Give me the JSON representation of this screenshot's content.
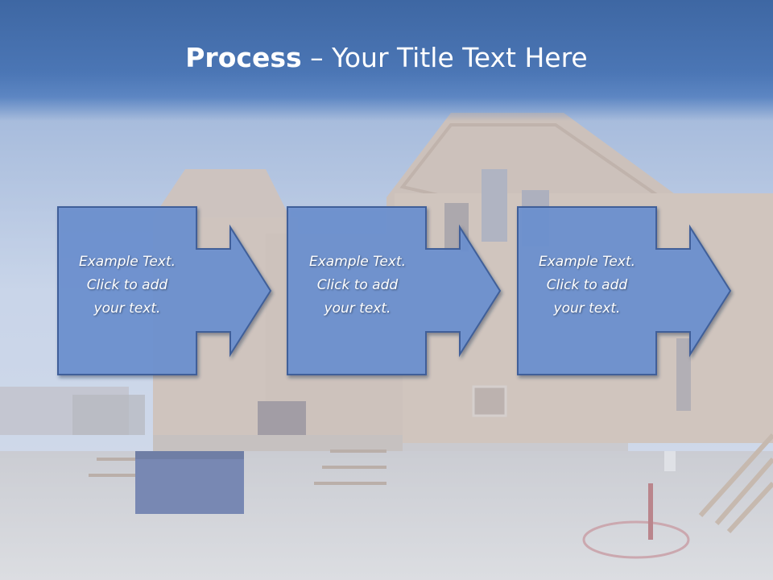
{
  "slide": {
    "title_bold": "Process",
    "title_rest": " – Your Title Text Here",
    "steps": [
      {
        "line1": "Example Text.",
        "line2": "Click  to add",
        "line3": "your text."
      },
      {
        "line1": "Example Text.",
        "line2": "Click  to add",
        "line3": "your text."
      },
      {
        "line1": "Example Text.",
        "line2": "Click  to add",
        "line3": "your text."
      }
    ]
  },
  "colors": {
    "title_band": "#4a74b3",
    "step_fill": "#6b8fcf",
    "step_border": "#3f5f99",
    "text": "#ffffff"
  },
  "background": {
    "icon": "house-under-construction-photo"
  }
}
